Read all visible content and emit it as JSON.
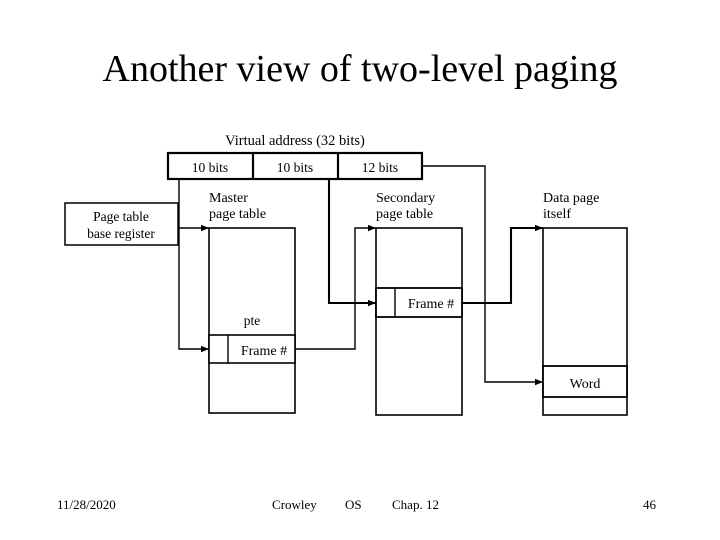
{
  "slide": {
    "title": "Another view of two-level paging",
    "background_color": "#ffffff",
    "ink_color": "#000000"
  },
  "diagram": {
    "virtual_address": {
      "caption": "Virtual address (32 bits)",
      "fields": [
        {
          "label": "10 bits",
          "meaning": "master-page-table-index"
        },
        {
          "label": "10 bits",
          "meaning": "secondary-page-table-index"
        },
        {
          "label": "12 bits",
          "meaning": "word-offset"
        }
      ]
    },
    "base_register": {
      "line1": "Page table",
      "line2": "base register"
    },
    "master_page_table": {
      "line1": "Master",
      "line2": "page table",
      "pte_label": "pte",
      "entry_label": "Frame #"
    },
    "secondary_page_table": {
      "line1": "Secondary",
      "line2": "page table",
      "entry_label": "Frame #"
    },
    "data_page": {
      "line1": "Data page",
      "line2": "itself",
      "entry_label": "Word"
    }
  },
  "footer": {
    "date": "11/28/2020",
    "author": "Crowley",
    "course": "OS",
    "chapter": "Chap. 12",
    "page_number": "46"
  }
}
